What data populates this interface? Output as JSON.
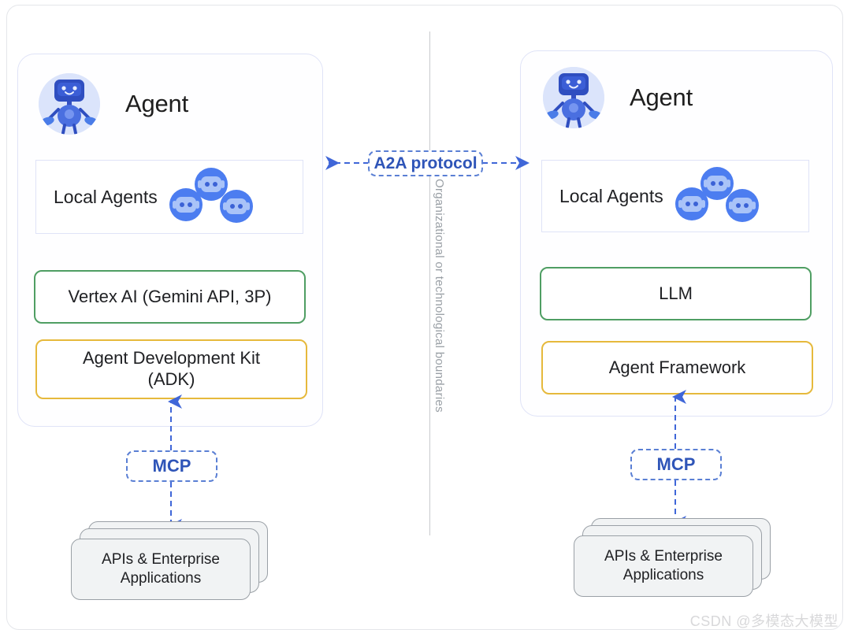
{
  "diagram": {
    "title_hidden": "",
    "divider": {
      "label": "Organizational or technological boundaries"
    },
    "watermark": "CSDN @多模态大模型",
    "protocols": {
      "a2a": "A2A protocol",
      "mcp_left": "MCP",
      "mcp_right": "MCP"
    },
    "panels": [
      {
        "id": "left",
        "agent_title": "Agent",
        "avatar_icon": "robot-avatar-icon",
        "local_agents": {
          "label": "Local Agents",
          "bot_icons": [
            "bot-icon",
            "bot-icon",
            "bot-icon"
          ]
        },
        "layers": [
          {
            "label": "Vertex AI (Gemini API, 3P)",
            "border_color": "#4f9e63",
            "style": "green"
          },
          {
            "label": "Agent Development Kit\n(ADK)",
            "line1": "Agent Development Kit",
            "line2": "(ADK)",
            "border_color": "#e6b93c",
            "style": "yellow"
          }
        ],
        "api_stack": {
          "line1": "APIs & Enterprise",
          "line2": "Applications"
        }
      },
      {
        "id": "right",
        "agent_title": "Agent",
        "avatar_icon": "robot-avatar-icon",
        "local_agents": {
          "label": "Local Agents",
          "bot_icons": [
            "bot-icon",
            "bot-icon",
            "bot-icon"
          ]
        },
        "layers": [
          {
            "label": "LLM",
            "border_color": "#4f9e63",
            "style": "green"
          },
          {
            "label": "Agent Framework",
            "border_color": "#e6b93c",
            "style": "yellow"
          }
        ],
        "api_stack": {
          "line1": "APIs & Enterprise",
          "line2": "Applications"
        }
      }
    ],
    "colors": {
      "accent_blue": "#2f55b8",
      "arrow_blue": "#5a7fd4",
      "green": "#4f9e63",
      "yellow": "#e6b93c",
      "panel_border": "#dfe3f7",
      "divider_gray": "#c8cacd",
      "card_gray": "#f1f3f4",
      "watermark_gray": "#d8d8da"
    }
  }
}
